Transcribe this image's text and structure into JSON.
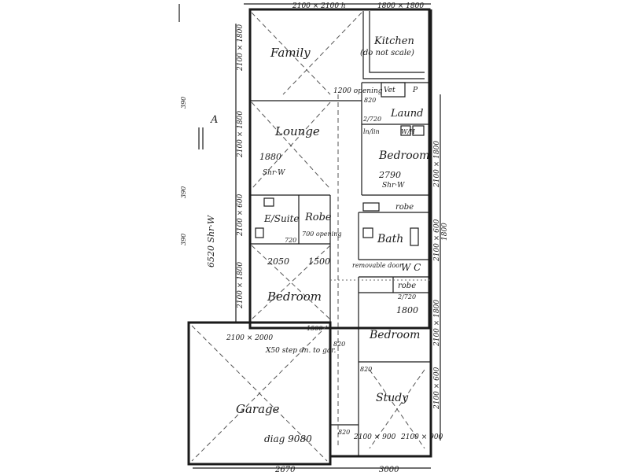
{
  "rooms": {
    "family": "Family",
    "kitchen": "Kitchen",
    "kitchen_note": "(do not scale)",
    "lounge": "Lounge",
    "laundry": "Laund",
    "bedroom_top": "Bedroom",
    "ensuite": "E/Suite",
    "robe_left": "Robe",
    "robe_right": "robe",
    "bath": "Bath",
    "wc": "W C",
    "bedroom_left": "Bedroom",
    "robe_mid": "robe",
    "bedroom_right": "Bedroom",
    "study": "Study",
    "garage": "Garage",
    "garage_diag": "diag 9080",
    "section_marker": "A"
  },
  "dimensions": {
    "top_left": "2100 × 2100 h",
    "top_right": "1800 × 1800",
    "family_window": "2100 × 1800",
    "opening": "1200 opening",
    "lounge_window": "2100 × 1800",
    "lounge_width": "1880",
    "lounge_shr": "Shr·W",
    "bedroom_width": "2790",
    "bedroom_shr": "Shr·W",
    "bedroom_window_right": "2100 × 1800",
    "side_overall": "6520 Shr·W",
    "bedroom_left_window": "2100 × 1800",
    "ensuite_window": "2100 × 600",
    "robe_opening": "700 opening",
    "bath_window": "2100 × 600",
    "bath_window_2": "1800",
    "bedroom_left_w": "2050",
    "bedroom_left_w2": "1500",
    "robe_dim": "2/720",
    "bedroom_right_w": "1800",
    "bedroom_right_window": "2100 × 1800",
    "garage_door": "2100 × 2000",
    "step_note": "X50 step dn. to gar.",
    "study_window_side": "2100 × 600",
    "bottom_windows": "2100 × 900",
    "bottom_windows_2": "2100 × 900",
    "vet": "Vet",
    "pantry": "P",
    "linen": "ln/lin",
    "wh": "W/H",
    "laundry_door": "2/720",
    "removable_door": "removable door",
    "dim_820a": "820",
    "dim_820b": "820",
    "dim_820c": "820",
    "dim_820d": "820",
    "dim_720": "720",
    "dim_390a": "390",
    "dim_390b": "390",
    "dim_390c": "390",
    "bottom_overall": "2670",
    "bottom_overall_2": "3000",
    "dim_1500": "1500"
  }
}
